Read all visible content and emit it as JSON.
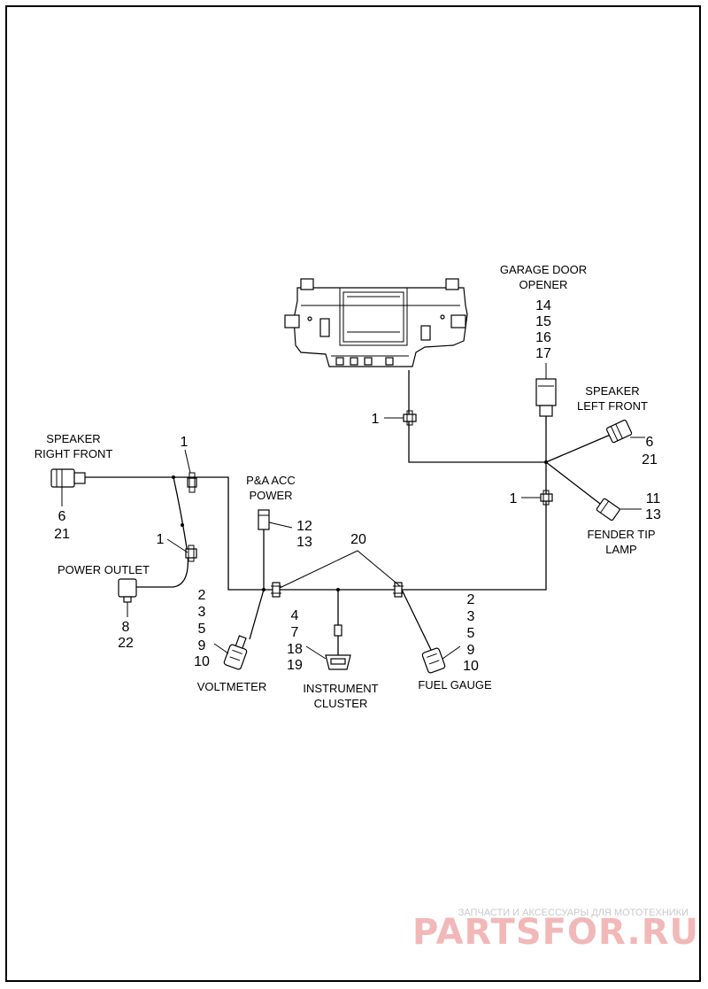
{
  "labels": {
    "garage_door_opener": [
      "GARAGE DOOR",
      "OPENER"
    ],
    "garage_door_opener_numbers": [
      "14",
      "15",
      "16",
      "17"
    ],
    "speaker_left_front": [
      "SPEAKER",
      "LEFT FRONT"
    ],
    "speaker_left_front_numbers": [
      "6",
      "21"
    ],
    "speaker_right_front": [
      "SPEAKER",
      "RIGHT FRONT"
    ],
    "speaker_right_front_numbers": [
      "6",
      "21"
    ],
    "fender_tip_lamp": [
      "FENDER TIP",
      "LAMP"
    ],
    "fender_tip_lamp_numbers": [
      "11",
      "13"
    ],
    "pa_acc_power": [
      "P&A ACC",
      "POWER"
    ],
    "pa_acc_power_numbers": [
      "12",
      "13"
    ],
    "power_outlet": "POWER OUTLET",
    "power_outlet_numbers": [
      "8",
      "22"
    ],
    "voltmeter": "VOLTMETER",
    "voltmeter_numbers": [
      "2",
      "3",
      "5",
      "9",
      "10"
    ],
    "instrument_cluster": [
      "INSTRUMENT",
      "CLUSTER"
    ],
    "instrument_cluster_numbers": [
      "4",
      "7",
      "18",
      "19"
    ],
    "fuel_gauge": "FUEL GAUGE",
    "fuel_gauge_numbers": [
      "2",
      "3",
      "5",
      "9",
      "10"
    ],
    "clip_callout": "1",
    "mount_callout": "20"
  },
  "watermark": {
    "tagline": "ЗАПЧАСТИ И АКСЕССУАРЫ ДЛЯ МОТОТЕХНИКИ",
    "brand": "PARTSFOR.RU"
  }
}
